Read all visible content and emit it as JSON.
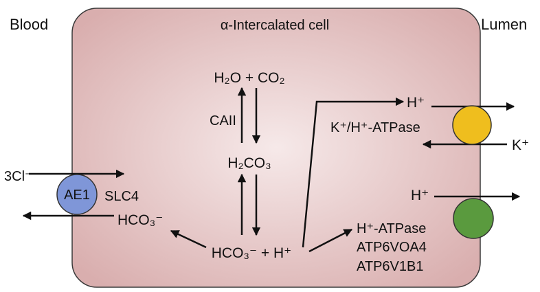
{
  "labels": {
    "blood": "Blood",
    "lumen": "Lumen",
    "cell_title": "α-Intercalated cell",
    "caii": "CAII",
    "k_h_atpase": "K⁺/H⁺-ATPase",
    "h_atpase": "H⁺-ATPase",
    "atp6v0a4": "ATP6VOA4",
    "atp6v1b1": "ATP6V1B1",
    "slc4": "SLC4",
    "ae1": "AE1",
    "k_plus": "K⁺",
    "h_plus_top": "H⁺",
    "h_plus_mid": "H⁺",
    "three_cl": "3Cl⁻",
    "hco3_left": "HCO₃⁻",
    "h2o_co2": "H₂O + CO₂",
    "h2co3": "H₂CO₃",
    "hco3_h": "HCO₃⁻ + H⁺"
  },
  "colors": {
    "cell_fill_center": "#f6e9e9",
    "cell_fill_edge": "#d9aeae",
    "cell_border": "#3a3a3a",
    "ae1": "#7f96d8",
    "k_h_pump": "#efbe1e",
    "h_pump": "#5a9a3e",
    "arrow": "#111111"
  },
  "icons": {
    "ae1_transporter": "ae1-circle-icon",
    "k_h_pump": "yellow-circle-icon",
    "h_pump": "green-circle-icon"
  }
}
